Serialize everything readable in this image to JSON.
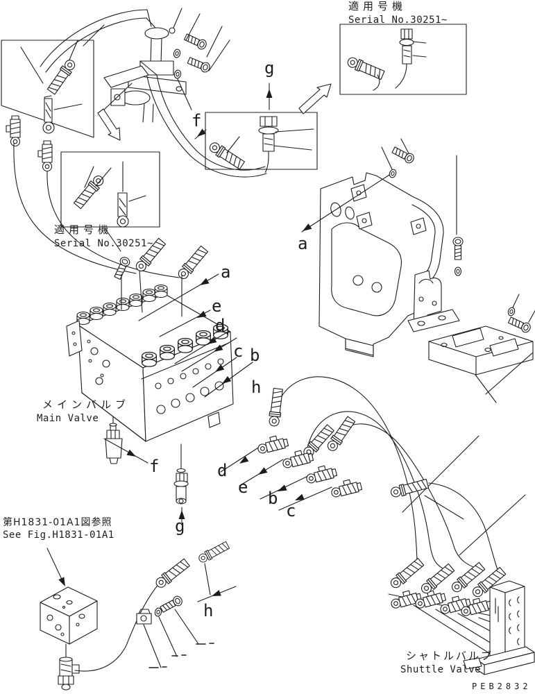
{
  "diagram": {
    "type": "hydraulic-piping-parts-diagram",
    "background": "#ffffff",
    "line_color": "#1c1c1c",
    "drawing_code": "PEB2832"
  },
  "labels": {
    "serial_top_right": {
      "jp": "適用号機",
      "en": "Serial No.30251~"
    },
    "serial_left": {
      "jp": "適用号機",
      "en": "Serial No.30251~"
    },
    "main_valve": {
      "jp": "メインバルブ",
      "en": "Main Valve"
    },
    "shuttle_valve": {
      "jp": "シャトルバルブ",
      "en": "Shuttle Valve"
    },
    "see_fig": {
      "jp": "第H1831-01A1図参照",
      "en": "See Fig.H1831-01A1"
    }
  },
  "callouts": [
    {
      "letter": "a"
    },
    {
      "letter": "e"
    },
    {
      "letter": "d"
    },
    {
      "letter": "c"
    },
    {
      "letter": "b"
    },
    {
      "letter": "h"
    },
    {
      "letter": "a"
    },
    {
      "letter": "f"
    },
    {
      "letter": "g"
    },
    {
      "letter": "f"
    },
    {
      "letter": "g"
    },
    {
      "letter": "d"
    },
    {
      "letter": "e"
    },
    {
      "letter": "b"
    },
    {
      "letter": "c"
    },
    {
      "letter": "h"
    }
  ]
}
